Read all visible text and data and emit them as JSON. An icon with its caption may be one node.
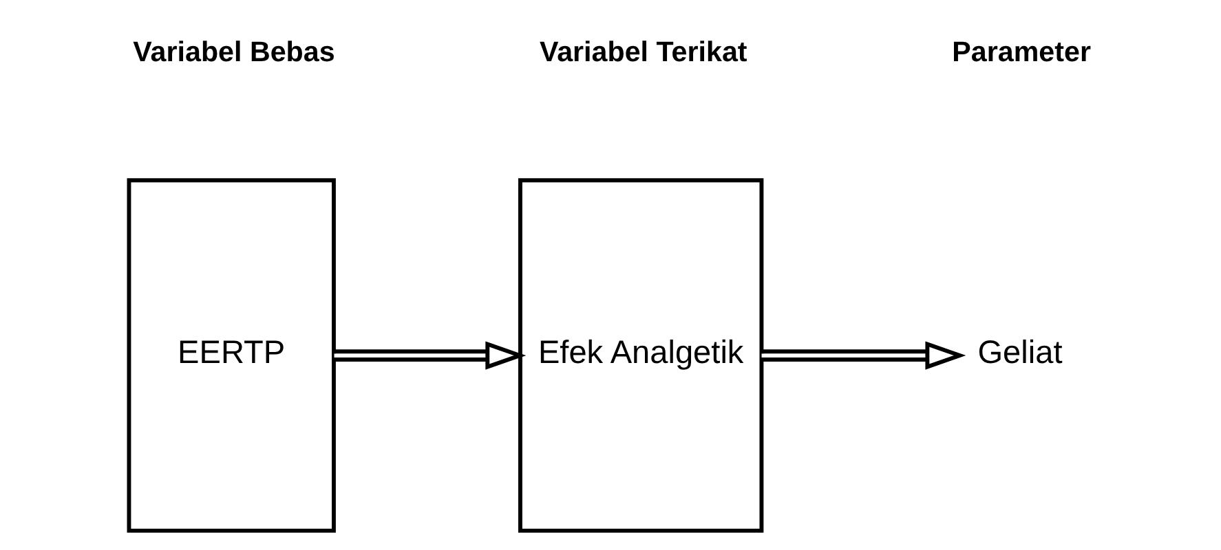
{
  "diagram": {
    "nodes": [
      {
        "text": [
          "EERTP"
        ]
      },
      {
        "text": [
          "Efek Analgetik"
        ]
      },
      {
        "text": [
          "Geliat"
        ]
      }
    ],
    "edges": [
      {
        "from": 0,
        "to": 1,
        "arrow": "to"
      },
      {
        "from": 1,
        "to": 2,
        "arrow": "to"
      }
    ],
    "labels": [
      "Variabel Bebas",
      "Variabel Terikat",
      "Parameter"
    ]
  }
}
